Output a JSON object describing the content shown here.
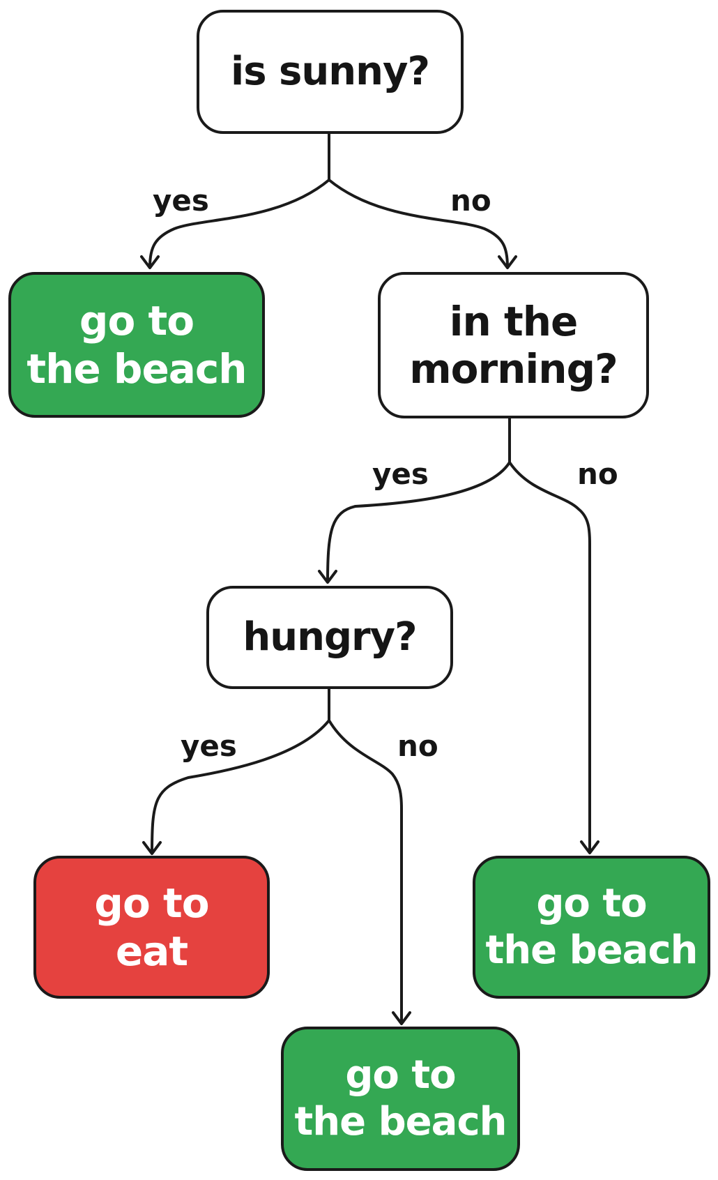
{
  "colors": {
    "question_fill": "#ffffff",
    "beach_fill": "#34a853",
    "eat_fill": "#e5423f",
    "stroke": "#1a1a1a",
    "text_dark": "#151515",
    "text_light": "#ffffff"
  },
  "nodes": {
    "is_sunny": {
      "label": "is sunny?"
    },
    "beach_1": {
      "label": "go to\nthe beach"
    },
    "in_the_morning": {
      "label": "in the\nmorning?"
    },
    "hungry": {
      "label": "hungry?"
    },
    "go_to_eat": {
      "label": "go to\neat"
    },
    "beach_2": {
      "label": "go to\nthe beach"
    },
    "beach_3": {
      "label": "go to\nthe beach"
    }
  },
  "edges": {
    "sunny_yes": "yes",
    "sunny_no": "no",
    "morning_yes": "yes",
    "morning_no": "no",
    "hungry_yes": "yes",
    "hungry_no": "no"
  }
}
